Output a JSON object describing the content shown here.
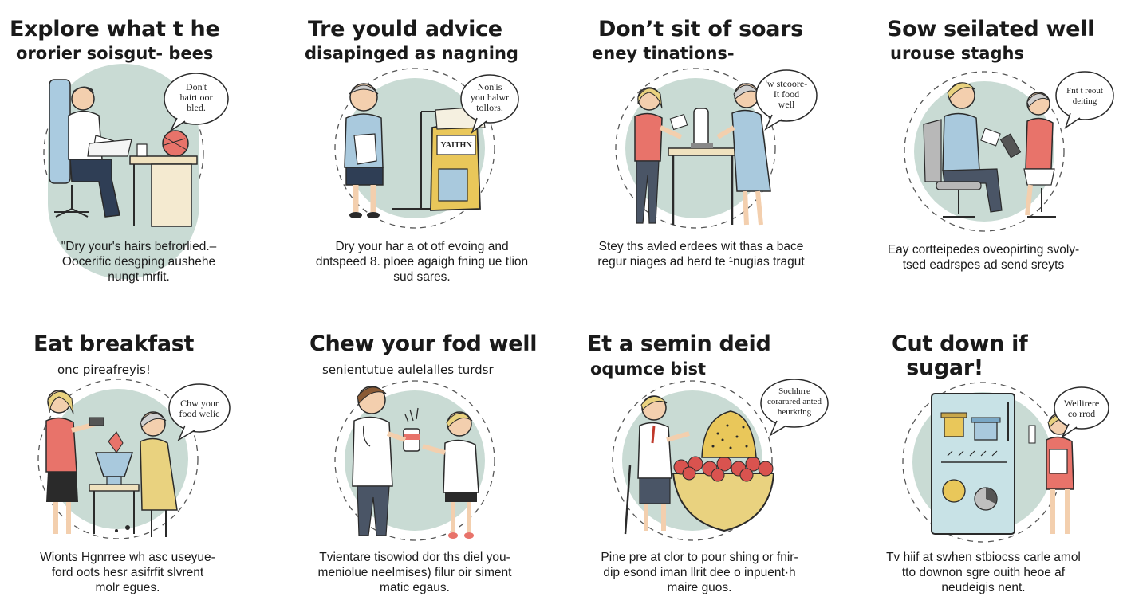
{
  "panels": [
    {
      "title": "Explore what t he",
      "subtitle": "ororier soisgut- bees",
      "bubble": "Don't\nhairt oor\nbled.",
      "caption": "\"Dry your's hairs befrorlied.–\nOocerific desgping aushehe\nnungt mrfit."
    },
    {
      "title": "Tre yould advice",
      "subtitle": "disapinged as nagning",
      "bubble": "Non'is\nyou halwr\ntollors.",
      "sign": "YAITHN",
      "caption": "Dry your har a ot otf evoing and\ndntspeed 8. ploee agaigh fning ue tlion\nsud sares."
    },
    {
      "title": "Don’t sit of soars",
      "subtitle": "eney tinations-",
      "bubble": "'w steoore-\nIt food\nwell",
      "caption": "Stey ths avled erdees wit thas a bace\nregur niages ad herd te ¹nugias tragut"
    },
    {
      "title": "Sow seilated well",
      "subtitle": "urouse staghs",
      "bubble": "Fnt t reout\ndeiting",
      "caption": "Eay cortteipedes oveopirting svoly-\ntsed eadrspes ad send sreyts"
    },
    {
      "title": "Eat breakfast",
      "subtitle": "onc pireafreyis!",
      "bubble": "Chw your\nfood welic",
      "caption": "Wionts Hgnrree wh asc useyue-\nford oots hesr asifrfit slvrent\nmolr egues."
    },
    {
      "title": "Chew your fod well",
      "subtitle": "senientutue aulelalles turdsr",
      "caption": "Tvientare tisowiod dor ths diel you-\nmeniolue neelmises) filur oir siment\nmatic egaus."
    },
    {
      "title": "Et a semin deid",
      "subtitle": "oqumce bist",
      "bubble": "Sochhrre\ncorarared anted\nheurkting",
      "caption": "Pine pre at clor to pour shing or fnir-\ndip esond iman llrit dee o inpuent·h\nmaire guos."
    },
    {
      "title": "Cut down if\n  sugar!",
      "bubble": "Weilirere\nco rrod",
      "caption": "Tv hiif at swhen stbiocss carle amol\ntto downon sgre ouith heoe af\nneudeigis nent."
    }
  ],
  "colors": {
    "circle": "#c9dbd4",
    "skin": "#f3cfae",
    "shirt_red": "#e8736a",
    "shirt_blue": "#a9c9dd",
    "yellow": "#e9d27f",
    "ink": "#2a2a2a",
    "grey_hair": "#cfcfcf"
  }
}
